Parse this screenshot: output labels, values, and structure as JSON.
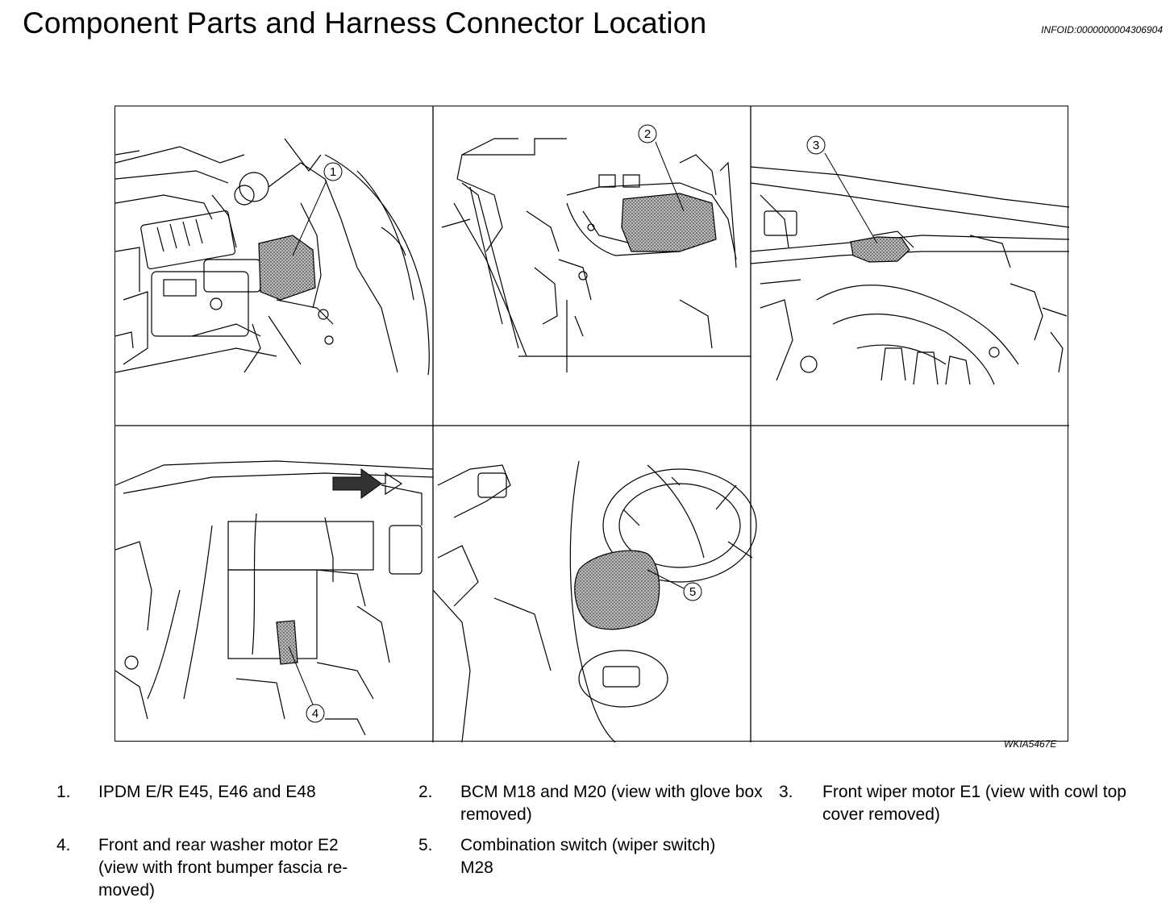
{
  "page": {
    "title": "Component Parts and Harness Connector Location",
    "info_id": "INFOID:0000000004306904",
    "figure_code": "WKIA5467E"
  },
  "callouts": [
    "1",
    "2",
    "3",
    "4",
    "5"
  ],
  "legend": [
    {
      "num": "1.",
      "text": "IPDM E/R E45, E46 and E48"
    },
    {
      "num": "2.",
      "text": "BCM M18 and M20 (view with glove box removed)"
    },
    {
      "num": "3.",
      "text": "Front wiper motor E1 (view with cowl top cover removed)"
    },
    {
      "num": "4.",
      "text": "Front and rear washer motor E2 (view with front bumper fascia re-moved)"
    },
    {
      "num": "5.",
      "text": "Combination switch (wiper switch) M28"
    }
  ]
}
